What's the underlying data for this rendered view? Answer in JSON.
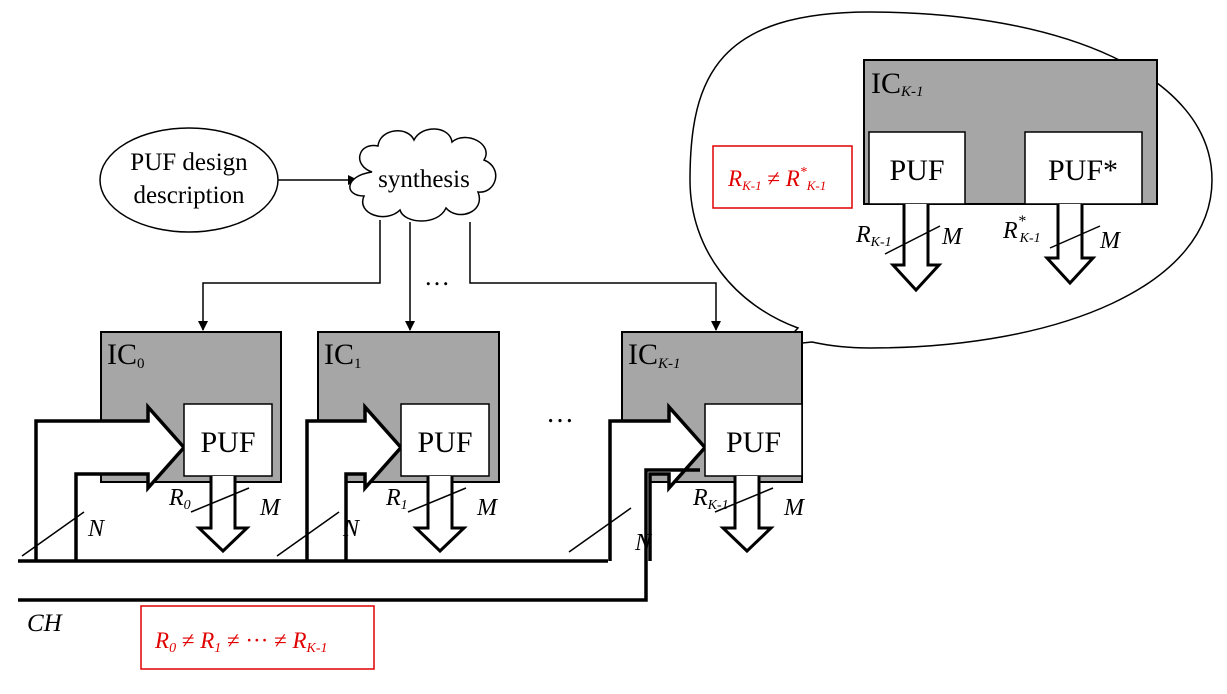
{
  "design_node": {
    "line1": "PUF design",
    "line2": "description"
  },
  "synthesis_node": {
    "label": "synthesis"
  },
  "fanout_ellipsis": "…",
  "between_ics_ellipsis": "…",
  "ics": [
    {
      "ic_label": "IC",
      "ic_sub": "0",
      "puf_label": "PUF",
      "r_label": "R",
      "r_sub": "0",
      "m_label": "M",
      "n_label": "N"
    },
    {
      "ic_label": "IC",
      "ic_sub": "1",
      "puf_label": "PUF",
      "r_label": "R",
      "r_sub": "1",
      "m_label": "M",
      "n_label": "N"
    },
    {
      "ic_label": "IC",
      "ic_sub": "K-1",
      "puf_label": "PUF",
      "r_label": "R",
      "r_sub": "K-1",
      "m_label": "M",
      "n_label": "N"
    }
  ],
  "zoom_bubble": {
    "ic_label": "IC",
    "ic_sub": "K-1",
    "puf_label": "PUF",
    "puf_star_label": "PUF*",
    "r_label": "R",
    "r_sub": "K-1",
    "m_label": "M",
    "rstar_label": "R",
    "rstar_sup": "*",
    "rstar_sub": "K-1",
    "m2_label": "M",
    "inequality": {
      "a": "R",
      "a_sub": "K-1",
      "neq": " ≠ ",
      "b": "R",
      "b_sup": "*",
      "b_sub": "K-1"
    }
  },
  "ch_label": "CH",
  "chain_inequality": {
    "r": "R",
    "s0": "0",
    "s1": "1",
    "sk": "K-1",
    "neq": " ≠ ",
    "dots": "···"
  },
  "colors": {
    "ic_fill": "#a6a6a6",
    "highlight": "#e00000",
    "stroke": "#000000"
  }
}
